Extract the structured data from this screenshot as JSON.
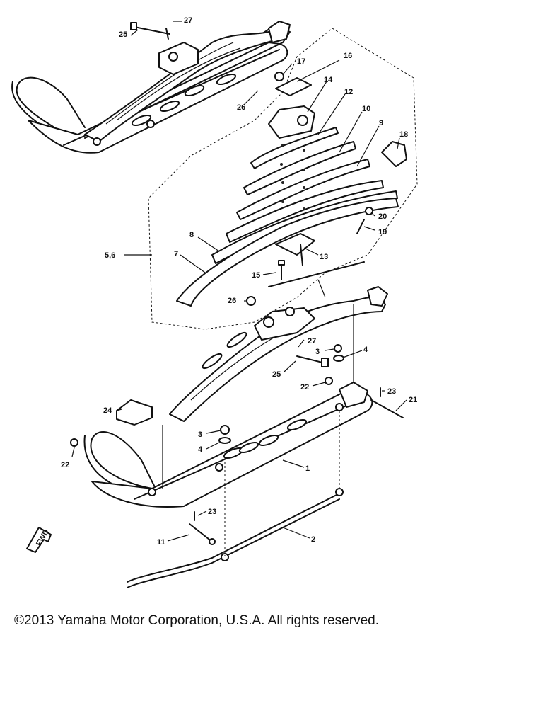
{
  "diagram": {
    "callouts": [
      "1",
      "2",
      "3",
      "3",
      "4",
      "4",
      "5,6",
      "7",
      "8",
      "9",
      "10",
      "11",
      "12",
      "13",
      "14",
      "15",
      "16",
      "17",
      "18",
      "19",
      "20",
      "21",
      "22",
      "22",
      "23",
      "23",
      "24",
      "25",
      "25",
      "26",
      "26",
      "27",
      "27"
    ],
    "fwd_label": "FWD"
  },
  "footer": {
    "copyright": "©2013 Yamaha Motor Corporation, U.S.A. All rights reserved."
  }
}
